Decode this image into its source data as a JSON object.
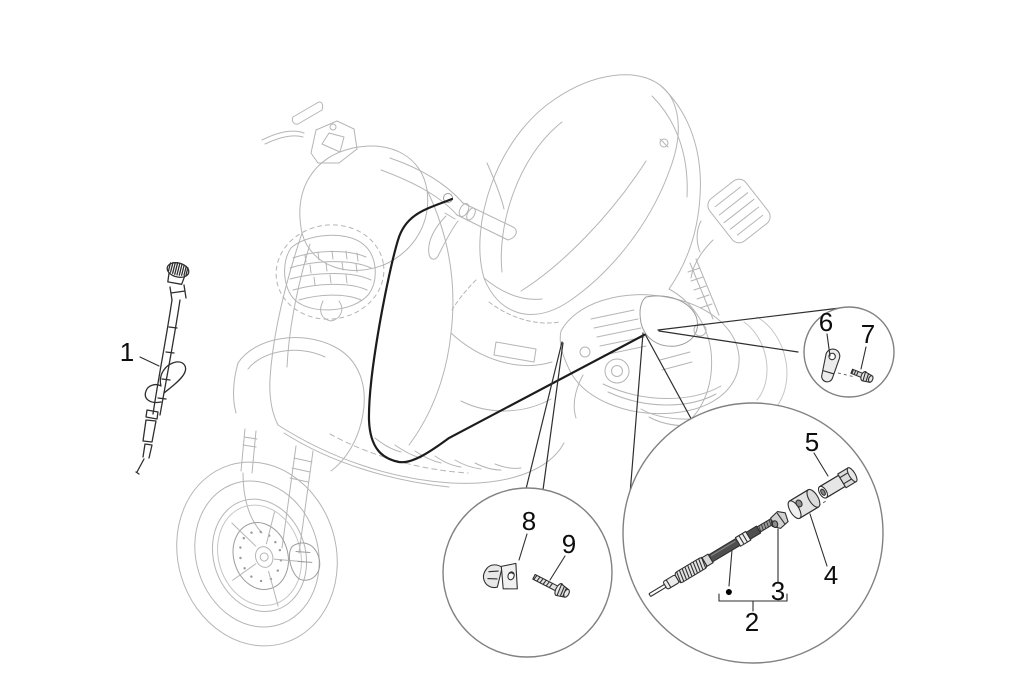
{
  "page": {
    "background_color": "#ffffff"
  },
  "diagram": {
    "kind": "exploded-parts-diagram",
    "subject": "scooter transmission / speedometer cable assembly",
    "scooter_line_color": "#b5b5b5",
    "cable_line_color": "#1c1c1c",
    "detail_circle_color": "#818181",
    "part_outline_color": "#303030",
    "label_color": "#0d0d0d"
  },
  "callouts": [
    {
      "label": "1"
    },
    {
      "label": "2"
    },
    {
      "label": "3"
    },
    {
      "label": "4"
    },
    {
      "label": "5"
    },
    {
      "label": "6"
    },
    {
      "label": "7"
    },
    {
      "label": "8"
    },
    {
      "label": "9"
    }
  ],
  "markers": {
    "cable_bullet": "●"
  }
}
